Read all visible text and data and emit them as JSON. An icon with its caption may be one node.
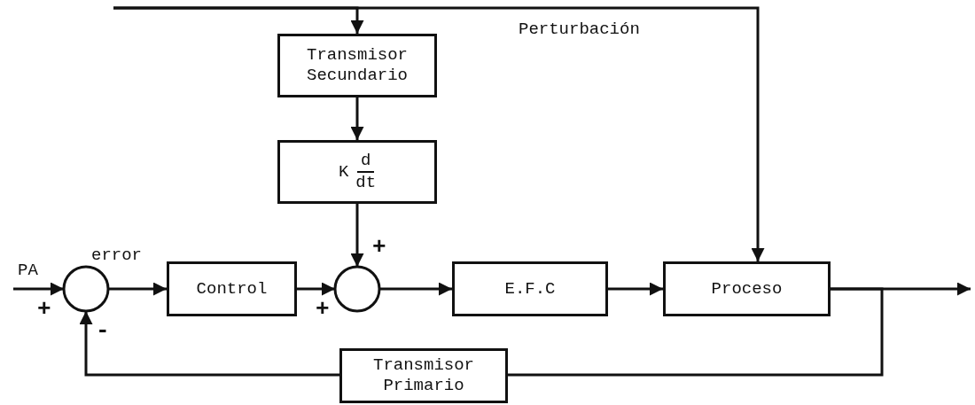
{
  "diagram": {
    "nodes": [
      {
        "text": [
          "Transmisor Secundario"
        ]
      },
      {
        "text": [
          "K",
          "d",
          "dt"
        ]
      },
      {
        "text": [],
        "shape": "circle"
      },
      {
        "text": [
          "Control"
        ]
      },
      {
        "text": [],
        "shape": "circle"
      },
      {
        "text": [
          "E.F.C"
        ]
      },
      {
        "text": [
          "Proceso"
        ]
      },
      {
        "text": [
          "Transmisor Primario"
        ]
      }
    ],
    "edges": [
      {
        "from": null,
        "to": 0,
        "arrow": "to"
      },
      {
        "from": null,
        "to": 6,
        "arrow": "to"
      },
      {
        "from": 0,
        "to": 1,
        "arrow": "to"
      },
      {
        "from": 1,
        "to": 4,
        "arrow": "to"
      },
      {
        "from": null,
        "to": 2,
        "arrow": "to"
      },
      {
        "from": 2,
        "to": 3,
        "arrow": "to"
      },
      {
        "from": 3,
        "to": 4,
        "arrow": "to"
      },
      {
        "from": 4,
        "to": 5,
        "arrow": "to"
      },
      {
        "from": 5,
        "to": 6,
        "arrow": "to"
      },
      {
        "from": 6,
        "to": null,
        "arrow": "to"
      },
      {
        "from": 6,
        "to": 7,
        "arrow": "none"
      },
      {
        "from": 7,
        "to": 2,
        "arrow": "to"
      }
    ],
    "labels": [
      "Perturbación",
      "+",
      "PA",
      "error",
      "+",
      "+",
      "-"
    ]
  }
}
